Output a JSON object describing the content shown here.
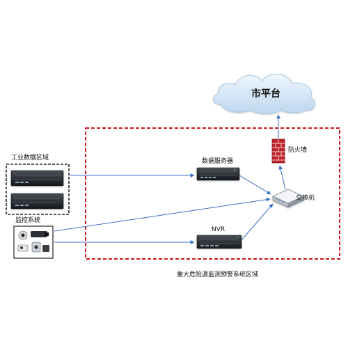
{
  "diagram": {
    "cloud_label": "市平台",
    "firewall_label": "防火墙",
    "switch_label": "交换机",
    "data_server_label": "数据服务器",
    "nvr_label": "NVR",
    "industrial_area_label": "工业数据区域",
    "monitor_system_label": "监控系统",
    "region_caption": "重大危险源监测预警系统区域"
  },
  "colors": {
    "region_border": "#d0141b",
    "dashed_box_border": "#222222",
    "arrow": "#3a6fc4",
    "cloud_fill_top": "#e9f3fb",
    "cloud_fill_bottom": "#c5def2",
    "firewall_red": "#c0242b"
  },
  "icons": [
    "cloud-icon",
    "firewall-icon",
    "switch-icon",
    "rack-server-icon",
    "camera-icon"
  ]
}
